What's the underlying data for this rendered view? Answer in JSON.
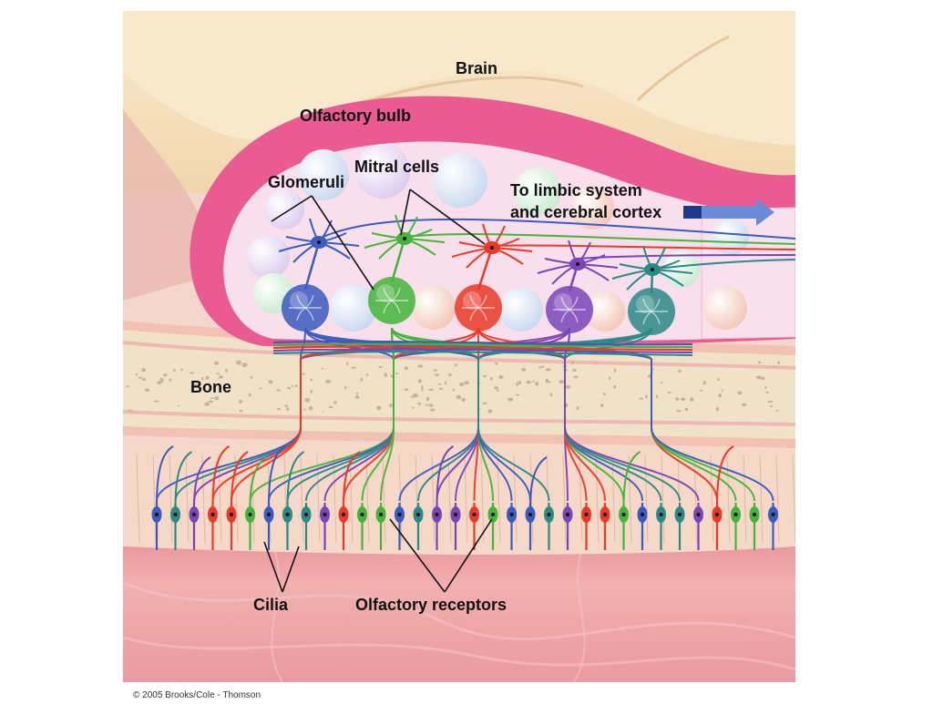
{
  "labels": {
    "brain": "Brain",
    "olfactory_bulb": "Olfactory bulb",
    "mitral_cells": "Mitral cells",
    "glomeruli": "Glomeruli",
    "limbic_line1": "To limbic system",
    "limbic_line2": "and cerebral cortex",
    "bone": "Bone",
    "cilia": "Cilia",
    "olfactory_receptors": "Olfactory receptors"
  },
  "copyright": "© 2005 Brooks/Cole - Thomson",
  "colors": {
    "brain": "#f6e3c3",
    "brain_shadow": "#e9c99c",
    "bulb_outline": "#e8508a",
    "bulb_inner": "#f7dcea",
    "bone": "#eedfc6",
    "bone_stripe": "#f0b9b0",
    "epithelium": "#f4d3c6",
    "mucosa": "#e6949a",
    "arrow": "#5b7fcf",
    "blue": "#3a5bbf",
    "green": "#43b53a",
    "red": "#ea3a26",
    "purple": "#7a45b8",
    "teal": "#2a8a88"
  },
  "neuron_colors": [
    "blue",
    "green",
    "red",
    "purple",
    "teal"
  ]
}
